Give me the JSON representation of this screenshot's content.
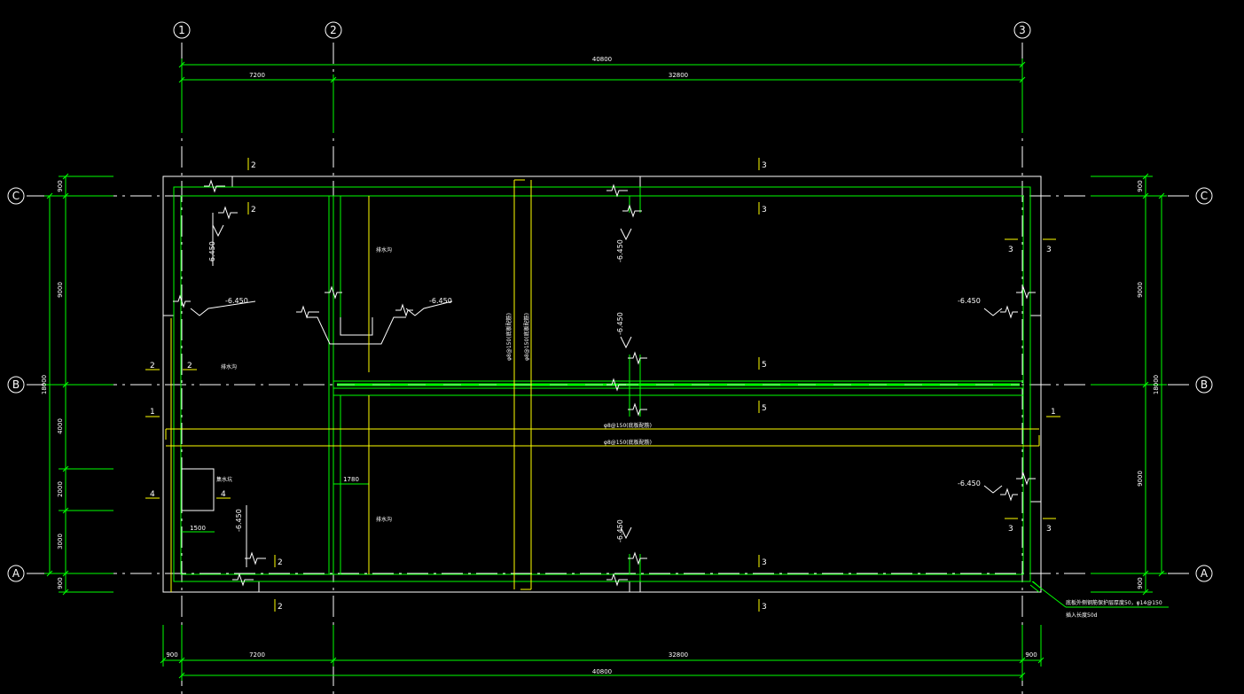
{
  "grid_axes": {
    "top": [
      "1",
      "2",
      "3"
    ],
    "left": [
      "C",
      "B",
      "A"
    ],
    "right": [
      "C",
      "B",
      "A"
    ]
  },
  "dimensions": {
    "top_total": "40800",
    "top_bay_1": "7200",
    "top_bay_2": "32800",
    "bottom_total": "40800",
    "bottom_bay_1": "7200",
    "bottom_bay_2": "32800",
    "bottom_edge_left": "900",
    "bottom_edge_right": "900",
    "left_total": "18000",
    "left_edge_top": "900",
    "left_span_1": "9000",
    "left_span_2": "4000",
    "left_span_3": "2000",
    "left_span_4": "3000",
    "left_edge_bottom": "900",
    "right_total": "18000",
    "right_edge_top": "900",
    "right_span_1": "9000",
    "right_span_2": "9000",
    "right_edge_bottom": "900",
    "opening_width": "1780",
    "pit_width": "1500"
  },
  "elevations": {
    "e1": "-6.450",
    "e2": "-6.450",
    "e3": "-6.450",
    "e4": "-6.450",
    "e5": "-6.450",
    "e6": "-6.450",
    "e7": "-6.450",
    "e8": "-6.450"
  },
  "section_marks": {
    "s_top_2a": "2",
    "s_top_2b": "2",
    "s_bot_2a": "2",
    "s_bot_2b": "2",
    "s_top_3a": "3",
    "s_top_3b": "3",
    "s_mid_5a": "5",
    "s_mid_5b": "5",
    "s_bot_3a": "3",
    "s_bot_3b": "3",
    "s_left_2a": "2",
    "s_left_2b": "2",
    "s_left_1": "1",
    "s_right_1": "1",
    "s_left_4a": "4",
    "s_left_4b": "4",
    "s_right_3a": "3",
    "s_right_3b": "3",
    "s_right_3c": "3",
    "s_right_3d": "3"
  },
  "labels": {
    "collect_well": "集水坑",
    "channel_1": "排水沟",
    "channel_2": "排水沟",
    "corridor": "排水沟",
    "beam_v1": "φ8@150(底板配筋)",
    "beam_v2": "φ8@150(底板配筋)",
    "beam_h1": "φ8@150(底板配筋)",
    "beam_h2": "φ8@150(底板配筋)",
    "note_line1": "底板外侧钢筋保护层厚度50，φ14@150",
    "note_line2": "插入长度50d"
  },
  "colors": {
    "background": "#000000",
    "line": "#ffffff",
    "dimension": "#00ff00",
    "beam": "#ffff00",
    "text": "#ffffff"
  }
}
